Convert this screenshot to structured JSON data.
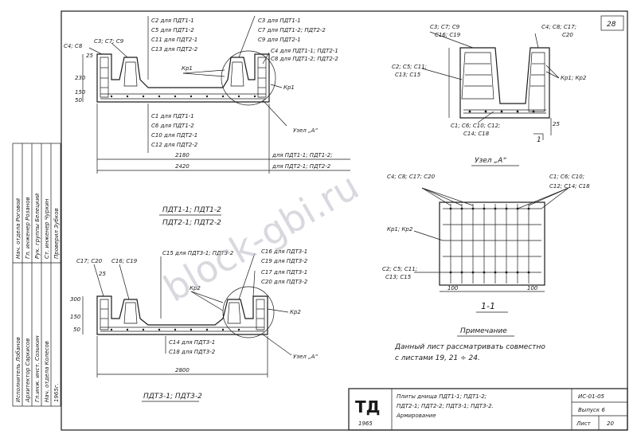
{
  "sheet": {
    "page_number": "28",
    "watermark": "block-gbi.ru"
  },
  "top_section": {
    "title_line1": "ПДТ1-1; ПДТ1-2",
    "title_line2": "ПДТ2-1; ПДТ2-2",
    "labels_top_left": [
      "С4; С8",
      "С3; С7; С9"
    ],
    "labels_top_mid": [
      "С2 для ПДТ1-1",
      "С5 для ПДТ1-2",
      "С11 для ПДТ2-1",
      "С13 для ПДТ2-2"
    ],
    "labels_top_right": [
      "С3 для ПДТ1-1",
      "С7 для ПДТ1-2; ПДТ2-2",
      "С9 для ПДТ2-1"
    ],
    "labels_top_right2": [
      "С4 для ПДТ1-1; ПДТ2-1",
      "С8 для ПДТ1-2; ПДТ2-2"
    ],
    "kr_left": "Кр1",
    "kr_right": "Кр1",
    "labels_bottom": [
      "С1 для ПДТ1-1",
      "С6 для ПДТ1-2",
      "С10 для ПДТ2-1",
      "С12 для ПДТ2-2"
    ],
    "node_label": "Узел „А“",
    "dim_inner": "2180",
    "dim_outer": "2420",
    "dim_note1": "для ПДТ1-1; ПДТ1-2;",
    "dim_note2": "для ПДТ2-1; ПДТ2-2",
    "dims_left": [
      "25",
      "230",
      "150",
      "50"
    ]
  },
  "bottom_section": {
    "title": "ПДТ3-1; ПДТ3-2",
    "labels_top_left": [
      "С17; С20",
      "С16; С19"
    ],
    "label_c15": "С15 для ПДТ3-1; ПДТ3-2",
    "labels_right": [
      "С16 для ПДТ3-1",
      "С19 для ПДТ3-2",
      "С17 для ПДТ3-1",
      "С20 для ПДТ3-2"
    ],
    "kr_left": "Кр2",
    "kr_right": "Кр2",
    "labels_bottom": [
      "С14 для ПДТ3-1",
      "С18 для ПДТ3-2"
    ],
    "node_label": "Узел „А“",
    "dim": "2800",
    "dims_left": [
      "25",
      "300",
      "150",
      "50"
    ]
  },
  "node_a": {
    "title": "Узел „А“",
    "labels_top": [
      "С3; С7; С9",
      "С16; С19"
    ],
    "labels_top_right": [
      "С4; С8; С17;",
      "С20"
    ],
    "labels_left": [
      "С2; С5; С11;",
      "С13; С15"
    ],
    "kr": "Кр1; Кр2",
    "labels_bottom": [
      "С1; С6; С10; С12;",
      "С14; С18"
    ],
    "dim": "25",
    "cut_mark": "1"
  },
  "section_1_1": {
    "title": "1-1",
    "labels_top": [
      "С4; С8; С17; С20"
    ],
    "labels_right": [
      "С1; С6; С10;",
      "С12; С14; С18"
    ],
    "kr": "Кр1; Кр2",
    "labels_left": [
      "С2; С5; С11;",
      "С13; С15"
    ],
    "dim1": "100",
    "dim2": "100"
  },
  "note": {
    "heading": "Примечание",
    "line1": "Данный лист рассматривать совместно",
    "line2": "с листами 19, 21 ÷ 24."
  },
  "stamp": {
    "logo": "ТД",
    "year": "1965",
    "title_line1": "Плиты днища ПДТ1-1; ПДТ1-2;",
    "title_line2": "ПДТ2-1; ПДТ2-2; ПДТ3-1; ПДТ3-2.",
    "title_line3": "Армирование",
    "code": "ИС-01-05",
    "issue": "Выпуск 6",
    "sheet_label": "Лист",
    "sheet_no": "20"
  },
  "side_block": {
    "rows": [
      "Нач. отдела Роговой  ",
      "Гл. инженер Розанов  ",
      "Рук. группы Белецкий ",
      "Ст. инженер Чуркин   ",
      "Проверил Зубков      ",
      "Исполнитель Лобанов  ",
      "Архитектор Саркисов  "
    ],
    "left_text1": "Гл.инж. инст. Созыкин",
    "left_text2": "Нач. отдела Колесов",
    "year": "1965г."
  }
}
